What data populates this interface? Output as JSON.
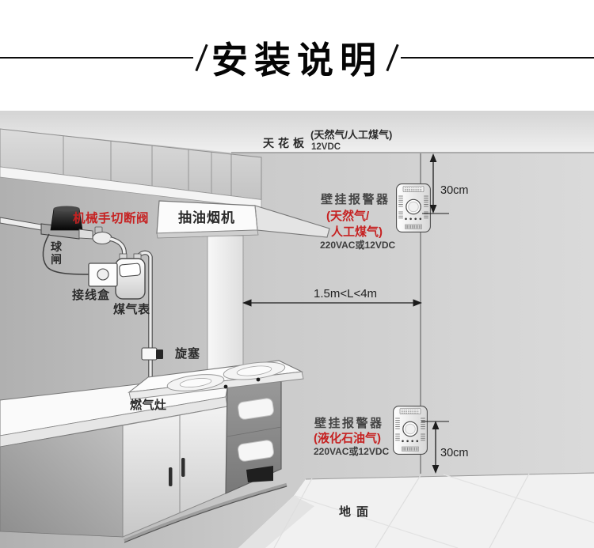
{
  "title": "安装说明",
  "colors": {
    "red": "#c62222",
    "label_dark": "#2b2b2b",
    "label_gray": "#454545"
  },
  "labels": {
    "ceiling": "天花板",
    "ceiling_gas_type": "(天然气/人工煤气)",
    "ceiling_voltage": "12VDC",
    "hood": "抽油烟机",
    "shutoff_valve": "机械手切断阀",
    "ball_valve": "球闸",
    "junction_box": "接线盒",
    "gas_meter": "煤气表",
    "plug_valve": "旋塞",
    "stove": "燃气灶",
    "floor": "地面",
    "distance_range": "1.5m<L<4m"
  },
  "alarm_top": {
    "name": "壁挂报警器",
    "gas_type_line1": "(天然气/",
    "gas_type_line2": "人工煤气)",
    "power": "220VAC或12VDC",
    "ceiling_distance": "30cm"
  },
  "alarm_bottom": {
    "name": "壁挂报警器",
    "gas_type": "(液化石油气)",
    "power": "220VAC或12VDC",
    "floor_distance": "30cm"
  }
}
